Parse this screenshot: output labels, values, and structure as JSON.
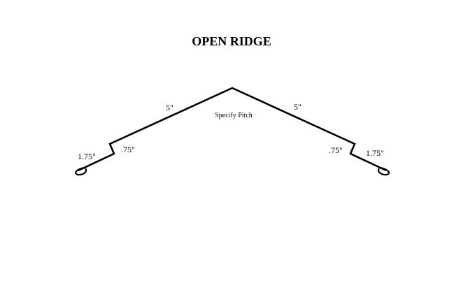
{
  "diagram": {
    "title": "OPEN RIDGE",
    "note": "Specify Pitch",
    "dimensions": {
      "left_slope": "5\"",
      "right_slope": "5\"",
      "left_step": ".75\"",
      "right_step": ".75\"",
      "left_leg": "1.75\"",
      "right_leg": "1.75\""
    },
    "colors": {
      "line": "#000000",
      "background": "#ffffff"
    }
  }
}
